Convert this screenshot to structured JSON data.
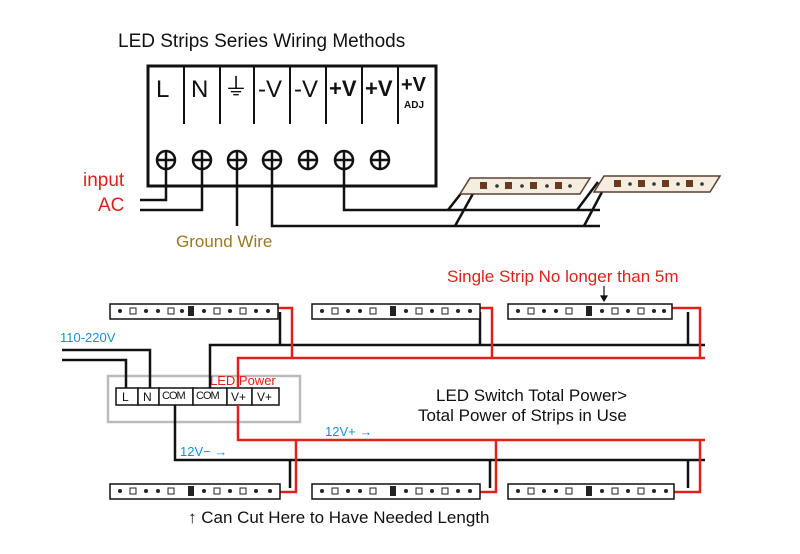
{
  "title": "LED Strips  Series Wiring Methods",
  "terminals": [
    "L",
    "N",
    "⏚",
    "-V",
    "-V",
    "+V",
    "+V",
    "+V"
  ],
  "adj_label": "ADJ",
  "input_label_line1": "input",
  "input_label_line2": "AC",
  "ground_label": "Ground Wire",
  "single_strip_label": "Single Strip No longer than 5m",
  "voltage_in_label": "110-220V",
  "led_power_label": "LED Power",
  "switch_terminals": [
    "L",
    "N",
    "COM",
    "COM",
    "V+",
    "V+"
  ],
  "switch_power_line1": "LED Switch Total Power>",
  "switch_power_line2": "Total Power of Strips in Use",
  "plus12_label": "12V+  →",
  "minus12_label": "12V−  →",
  "cut_label": "↑ Can Cut Here to Have Needed Length",
  "colors": {
    "red": "#e0201b",
    "blue": "#1a8fd0",
    "brown": "#9a7a20",
    "wire": "#1a1a1a",
    "strip_red": "#c03020"
  }
}
